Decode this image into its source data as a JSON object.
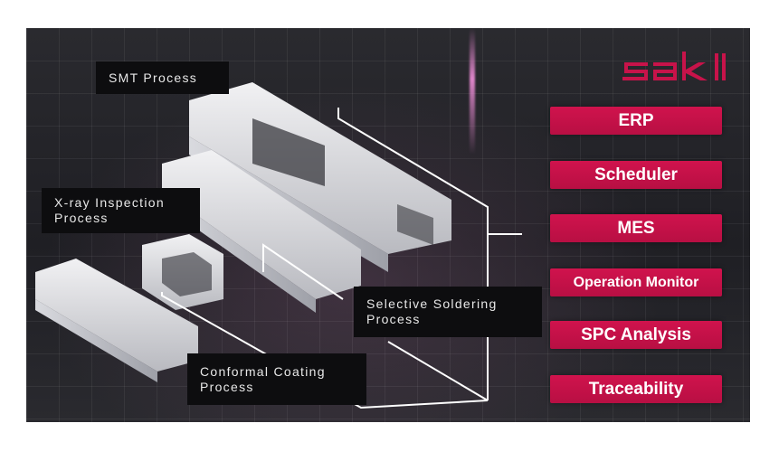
{
  "labels": {
    "smt": "SMT Process",
    "xray": "X-ray Inspection\nProcess",
    "selective": "Selective Soldering\nProcess",
    "conformal": "Conformal Coating\nProcess"
  },
  "menu": [
    {
      "label": "ERP"
    },
    {
      "label": "Scheduler"
    },
    {
      "label": "MES"
    },
    {
      "label": "Operation Monitor"
    },
    {
      "label": "SPC Analysis"
    },
    {
      "label": "Traceability"
    }
  ],
  "brand": {
    "logo_text": "SAKI",
    "accent_color": "#c8134a"
  }
}
